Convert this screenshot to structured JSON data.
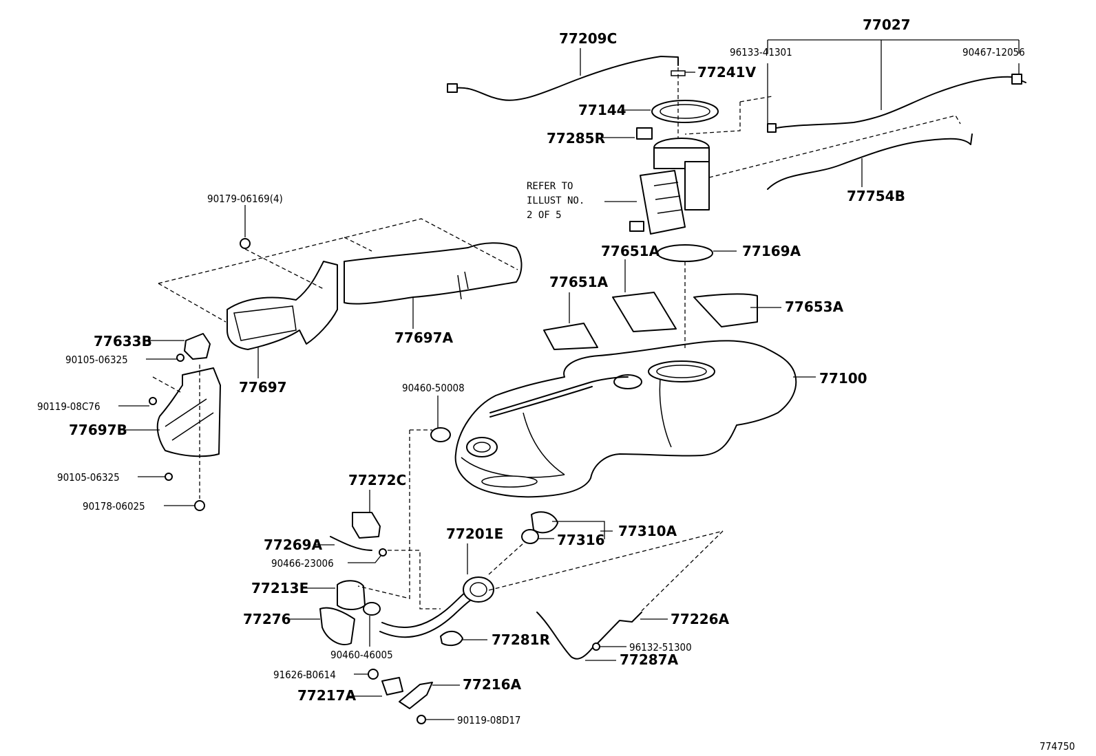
{
  "diagram": {
    "labels": {
      "p77209C": "77209C",
      "p77027": "77027",
      "p96133_41301": "96133-41301",
      "p90467_12056": "90467-12056",
      "p77241V": "77241V",
      "p77144": "77144",
      "p77285R": "77285R",
      "p77754B": "77754B",
      "p90179_06169": "90179-06169(4)",
      "p77651A_1": "77651A",
      "p77169A": "77169A",
      "p77651A_2": "77651A",
      "p77653A": "77653A",
      "p77633B": "77633B",
      "p90105_06325_1": "90105-06325",
      "p77697A": "77697A",
      "p77697": "77697",
      "p77100": "77100",
      "p90460_50008": "90460-50008",
      "p90119_08C76": "90119-08C76",
      "p77697B": "77697B",
      "p90105_06325_2": "90105-06325",
      "p90178_06025": "90178-06025",
      "p77272C": "77272C",
      "p77201E": "77201E",
      "p77310A": "77310A",
      "p77316": "77316",
      "p77269A": "77269A",
      "p90466_23006": "90466-23006",
      "p77213E": "77213E",
      "p77276": "77276",
      "p90460_46005": "90460-46005",
      "p77281R": "77281R",
      "p77226A": "77226A",
      "p96132_51300": "96132-51300",
      "p77287A": "77287A",
      "p91626_B0614": "91626-B0614",
      "p77216A": "77216A",
      "p77217A": "77217A",
      "p90119_08D17": "90119-08D17"
    },
    "note_lines": [
      "REFER TO",
      "ILLUST NO.",
      "2 OF 5"
    ],
    "illustration_number": "774750"
  }
}
